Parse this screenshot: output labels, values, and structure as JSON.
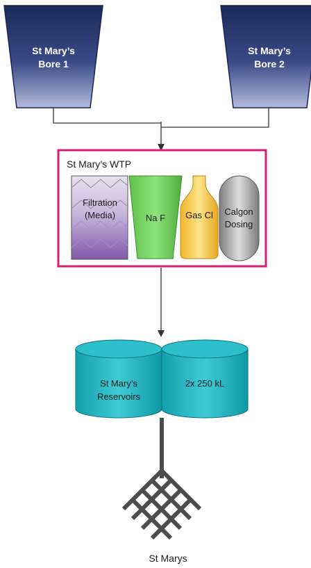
{
  "bores": [
    {
      "line1": "St Mary’s",
      "line2": "Bore 1"
    },
    {
      "line1": "St Mary’s",
      "line2": "Bore 2"
    }
  ],
  "wtp": {
    "title": "St Mary’s WTP",
    "filtration": {
      "line1": "Filtration",
      "line2": "(Media)"
    },
    "naf": "Na F",
    "gascl": "Gas Cl",
    "calgon": {
      "line1": "Calgon",
      "line2": "Dosing"
    }
  },
  "reservoirs": {
    "left": {
      "line1": "St Mary’s",
      "line2": "Reservoirs"
    },
    "right": "2x 250 kL"
  },
  "network": {
    "label": "St Marys"
  },
  "colors": {
    "bore_dark": "#1c2a5a",
    "bore_light": "#a9b1d6",
    "wtp_border": "#d6206f",
    "filtration": "#8f6fb8",
    "naf": "#6fd05a",
    "gascl": "#f5c542",
    "calgon": "#a0a0a0",
    "reservoir": "#1fb3c0",
    "network": "#4d4d4d"
  }
}
